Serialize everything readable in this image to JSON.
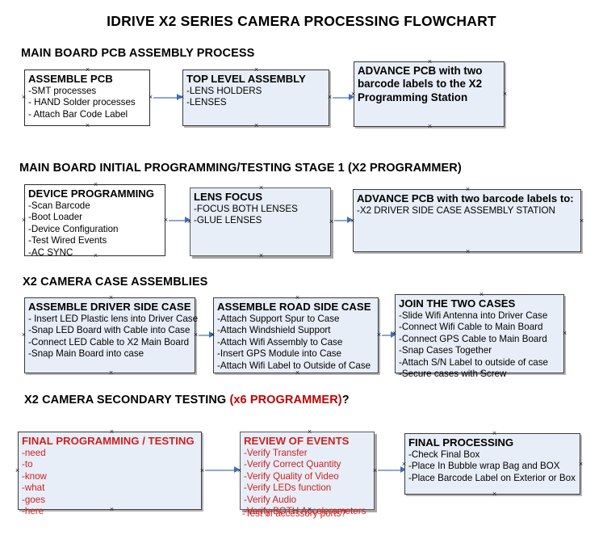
{
  "title": "IDRIVE X2  SERIES CAMERA PROCESSING FLOWCHART",
  "sections": [
    {
      "id": "sec1",
      "label": "MAIN BOARD PCB ASSEMBLY PROCESS"
    },
    {
      "id": "sec2",
      "label": "MAIN BOARD INITIAL PROGRAMMING/TESTING STAGE 1 (X2 PROGRAMMER)"
    },
    {
      "id": "sec3",
      "label": "X2 CAMERA CASE ASSEMBLIES"
    },
    {
      "id": "sec4",
      "label_main": "X2 CAMERA SECONDARY TESTING ",
      "label_red": "(x6 PROGRAMMER)",
      "label_tail": "?"
    }
  ],
  "nodes": {
    "assemble_pcb": {
      "title": "ASSEMBLE PCB",
      "lines": [
        "-SMT processes",
        "- HAND Solder processes",
        "- Attach Bar Code Label"
      ]
    },
    "top_level_assembly": {
      "title": "TOP LEVEL ASSEMBLY",
      "lines": [
        "-LENS HOLDERS",
        "-LENSES"
      ]
    },
    "advance_pcb_1": {
      "title": "ADVANCE PCB with two barcode labels to the  X2 Programming Station",
      "lines": []
    },
    "device_programming": {
      "title": "DEVICE PROGRAMMING",
      "lines": [
        "-Scan Barcode",
        "-Boot Loader",
        "-Device Configuration",
        "-Test Wired Events",
        "-AC SYNC"
      ]
    },
    "lens_focus": {
      "title": "LENS FOCUS",
      "lines": [
        "-FOCUS BOTH LENSES",
        "-GLUE LENSES"
      ]
    },
    "advance_pcb_2": {
      "title": "ADVANCE PCB with two barcode labels to:",
      "lines": [
        "-X2 DRIVER  SIDE  CASE  ASSEMBLY STATION"
      ]
    },
    "assemble_driver_side_case": {
      "title": "ASSEMBLE DRIVER SIDE CASE",
      "lines": [
        "- Insert LED Plastic lens into Driver Case",
        "-Snap LED Board with Cable into Case",
        "-Connect LED Cable to X2 Main Board",
        "-Snap Main Board into case"
      ]
    },
    "assemble_road_side_case": {
      "title": "ASSEMBLE ROAD SIDE CASE",
      "lines": [
        "-Attach Support Spur to Case",
        "-Attach Windshield Support",
        "-Attach Wifi Assembly to Case",
        "-Insert GPS Module into Case",
        "-Attach Wifi Label to Outside of Case"
      ]
    },
    "join_the_two_cases": {
      "title": "JOIN THE TWO CASES",
      "lines": [
        "-Slide Wifi Antenna into Driver Case",
        "-Connect Wifi Cable to Main Board",
        "-Connect GPS Cable to Main Board",
        "-Snap Cases Together",
        "-Attach S/N Label to outside of case",
        "-Secure cases with Screw"
      ]
    },
    "final_programming_testing": {
      "title": "FINAL PROGRAMMING / TESTING",
      "lines": [
        "-need",
        "-to",
        "-know",
        "-what",
        "-goes",
        "-here"
      ]
    },
    "review_of_events": {
      "title": "REVIEW OF EVENTS",
      "lines": [
        "-Verify Transfer",
        "-Verify Correct Quantity",
        "-Verify Quality of Video",
        "-Verify LEDs function",
        "-Verify Audio",
        "-Verify BOTH Accelerometers"
      ],
      "overflow_line": "-Test of accessory ports?"
    },
    "final_processing": {
      "title": "FINAL PROCESSING",
      "lines": [
        " -Check Final Box",
        "-Place In Bubble wrap Bag and BOX",
        "-Place Barcode Label on Exterior or Box"
      ]
    }
  },
  "colors": {
    "box_fill": "#e8eef7",
    "box_border": "#3a3a3a",
    "red_text": "#cc2222",
    "header_red": "#c00000",
    "connector": "#8fa9c4",
    "arrowhead": "#3f6fb5"
  }
}
